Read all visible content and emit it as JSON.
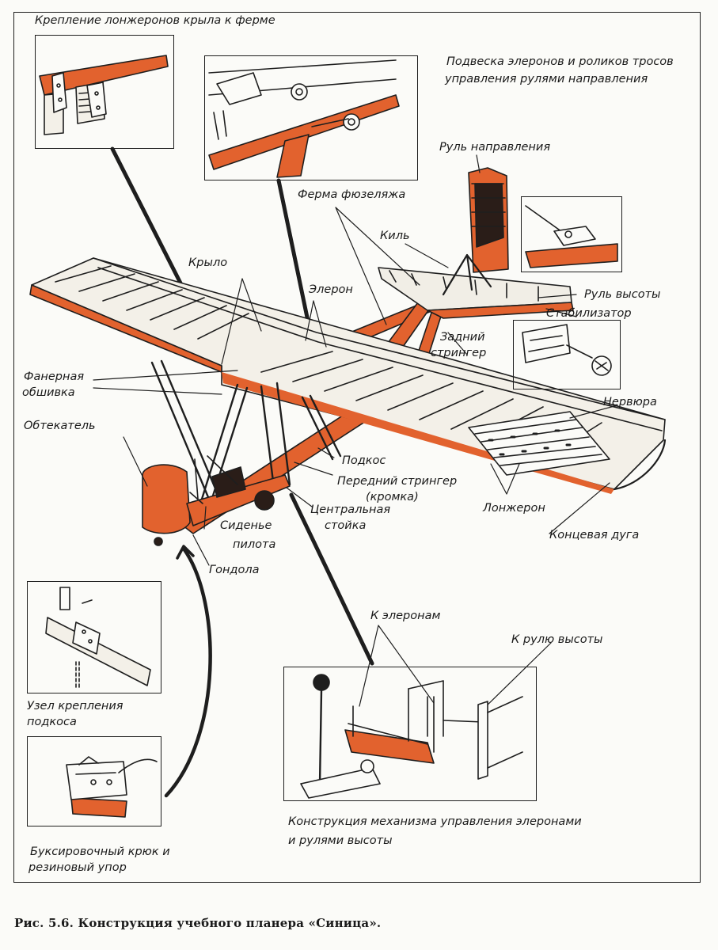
{
  "figure": {
    "caption": "Рис. 5.6. Конструкция учебного планера «Синица»."
  },
  "labels": {
    "spar_mount": "Крепление лонжеронов крыла к ферме",
    "aileron_suspension_1": "Подвеска элеронов и роликов тросов",
    "aileron_suspension_2": "управления рулями направления",
    "rudder": "Руль направления",
    "fuselage_truss": "Ферма фюзеляжа",
    "fin": "Киль",
    "wing": "Крыло",
    "aileron": "Элерон",
    "elevator": "Руль высоты",
    "stabilizer": "Стабилизатор",
    "rear_stringer_1": "Задний",
    "rear_stringer_2": "стрингер",
    "plywood_1": "Фанерная",
    "plywood_2": "обшивка",
    "rib": "Нервюра",
    "fairing": "Обтекатель",
    "strut": "Подкос",
    "front_stringer_1": "Передний стрингер",
    "front_stringer_2": "(кромка)",
    "central_post_1": "Центральная",
    "central_post_2": "стойка",
    "spar": "Лонжерон",
    "seat_1": "Сиденье",
    "seat_2": "пилота",
    "tip_bow": "Концевая дуга",
    "gondola": "Гондола",
    "to_ailerons": "К элеронам",
    "to_elevator": "К рулю высоты",
    "strut_node_1": "Узел крепления",
    "strut_node_2": "подкоса",
    "control_mech_1": "Конструкция  механизма  управления  элеронами",
    "control_mech_2": "и рулями высоты",
    "tow_hook_1": "Буксировочный  крюк  и",
    "tow_hook_2": "резиновый упор"
  },
  "colors": {
    "accent": "#e2622e",
    "ink": "#1e1e1e",
    "paper": "#fbfbf8"
  }
}
